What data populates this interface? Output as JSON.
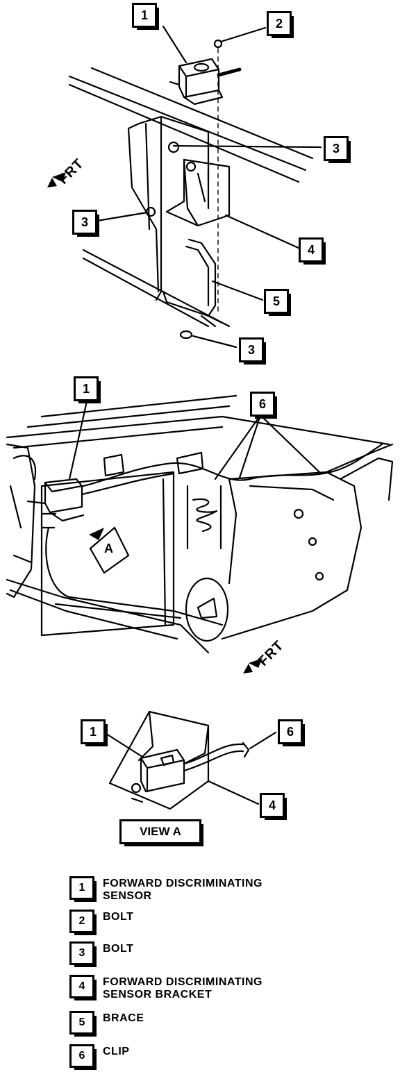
{
  "diagram": {
    "frt_label": "FRT",
    "view_label": "VIEW A",
    "inset_marker": "A",
    "callouts_top": [
      "1",
      "2",
      "3",
      "3",
      "4",
      "5",
      "3"
    ],
    "callouts_middle": [
      "1",
      "6"
    ],
    "callouts_bottom": [
      "1",
      "6",
      "4"
    ]
  },
  "legend": [
    {
      "num": "1",
      "text": "FORWARD DISCRIMINATING\nSENSOR"
    },
    {
      "num": "2",
      "text": "BOLT"
    },
    {
      "num": "3",
      "text": "BOLT"
    },
    {
      "num": "4",
      "text": "FORWARD DISCRIMINATING\nSENSOR BRACKET"
    },
    {
      "num": "5",
      "text": "BRACE"
    },
    {
      "num": "6",
      "text": "CLIP"
    }
  ]
}
